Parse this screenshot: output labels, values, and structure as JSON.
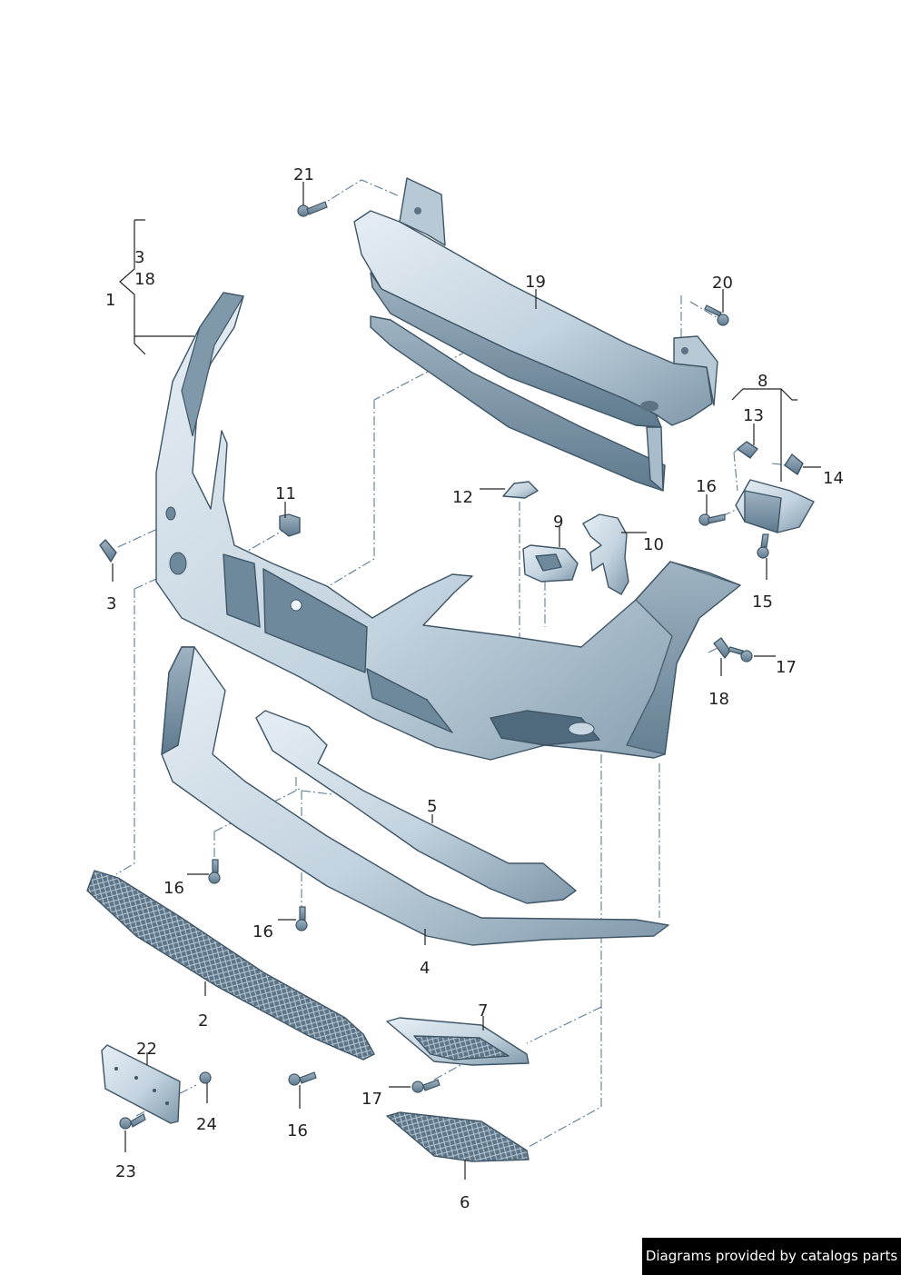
{
  "colors": {
    "part_fill": "#cfdce6",
    "part_shade": "#8fa6b6",
    "outline": "#3e5566",
    "dash": "#5b7d95"
  },
  "callouts": {
    "c1": "1",
    "c2": "2",
    "c3_bracket": "3",
    "c3": "3",
    "c4": "4",
    "c5": "5",
    "c6": "6",
    "c7": "7",
    "c8": "8",
    "c9": "9",
    "c10": "10",
    "c11": "11",
    "c12": "12",
    "c13": "13",
    "c14": "14",
    "c15": "15",
    "c16_a": "16",
    "c16_b": "16",
    "c16_c": "16",
    "c16_d": "16",
    "c17_a": "17",
    "c17_b": "17",
    "c18_bracket": "18",
    "c18": "18",
    "c19": "19",
    "c20": "20",
    "c21": "21",
    "c22": "22",
    "c23": "23",
    "c24": "24"
  },
  "footer": {
    "credit": "Diagrams provided by catalogs parts"
  }
}
